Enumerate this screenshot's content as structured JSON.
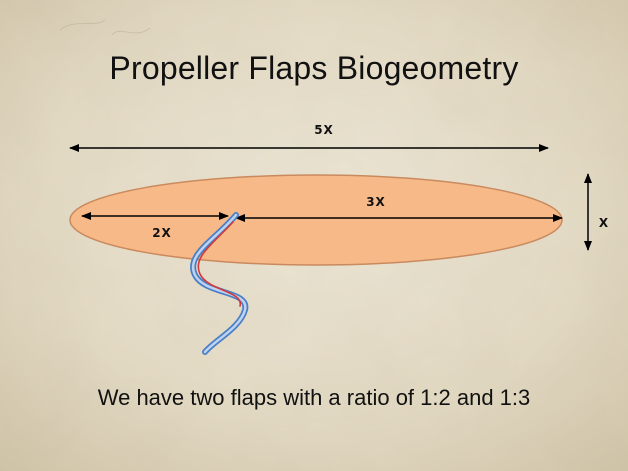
{
  "slide": {
    "title": "Propeller Flaps Biogeometry",
    "caption": "We have two flaps with a ratio of 1:2 and 1:3"
  },
  "diagram": {
    "labels": {
      "total_length": "5X",
      "long_segment": "3X",
      "short_segment": "2X",
      "width": "X"
    },
    "colors": {
      "flap_fill": "#F8B988",
      "flap_stroke": "#C98A5E",
      "vessel_outer": "#4A7FC8",
      "vessel_inner": "#D23A3A",
      "background": "#E4DCC8"
    }
  }
}
